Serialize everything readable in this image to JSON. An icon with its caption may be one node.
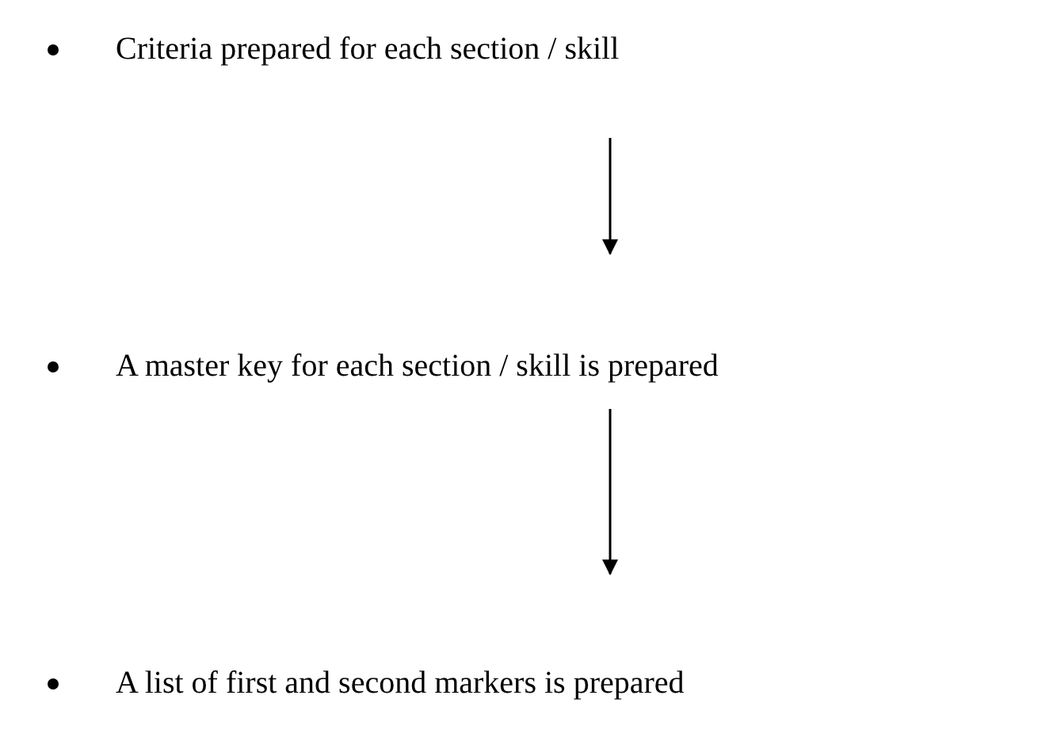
{
  "diagram": {
    "nodes": [
      {
        "text": [
          "Criteria prepared for each section / skill"
        ]
      },
      {
        "text": [
          "A master key for each section / skill is prepared"
        ]
      },
      {
        "text": [
          "A list of first and second markers is prepared"
        ]
      }
    ],
    "edges": [
      {
        "from": 0,
        "to": 1,
        "arrow": "to"
      },
      {
        "from": 1,
        "to": 2,
        "arrow": "to"
      }
    ]
  }
}
